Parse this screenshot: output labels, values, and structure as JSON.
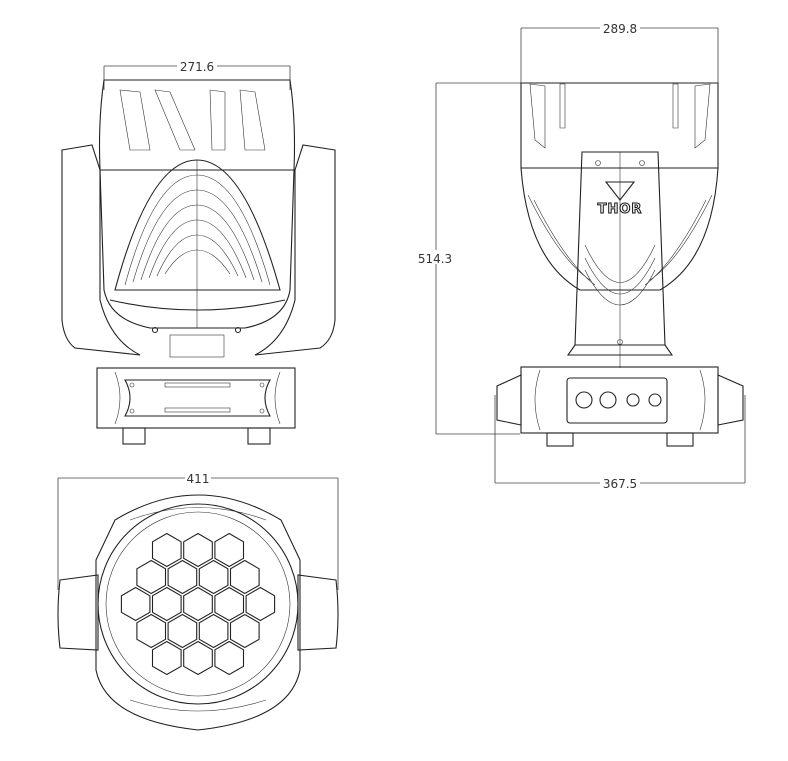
{
  "drawing": {
    "front_view": {
      "width_dimension": "271.6"
    },
    "top_view": {
      "width_dimension": "411",
      "lens_count": 19
    },
    "side_view": {
      "head_width_dimension": "289.8",
      "height_dimension": "514.3",
      "base_width_dimension": "367.5",
      "logo_text": "THOR"
    }
  },
  "colors": {
    "line": "#222222",
    "background": "#ffffff"
  }
}
